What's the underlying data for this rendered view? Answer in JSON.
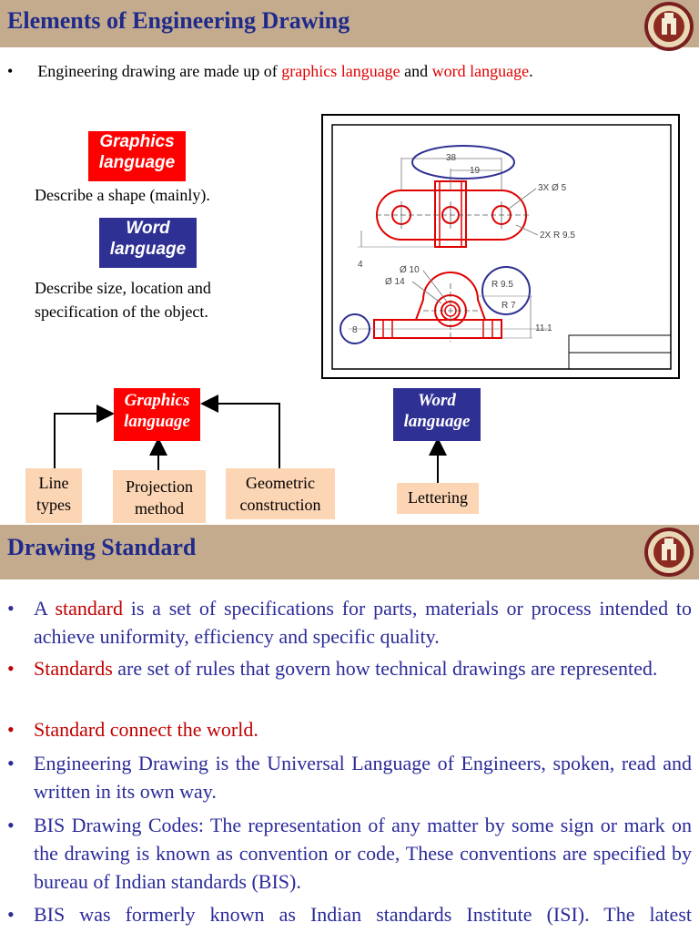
{
  "slide1": {
    "title": "Elements of Engineering Drawing",
    "intro": {
      "prefix": "Engineering drawing are made up of ",
      "graphics": "graphics  language",
      "and": " and  ",
      "word": "word  language",
      "suffix": "."
    },
    "graphics_label_line1": "Graphics",
    "graphics_label_line2": "language",
    "graphics_desc": "Describe a shape (mainly).",
    "word_label_line1": "Word",
    "word_label_line2": "language",
    "word_desc_line1": "Describe size, location and",
    "word_desc_line2": "specification of the object.",
    "drawing": {
      "dim_38": "38",
      "dim_19": "19",
      "note_holes": "3X Ø 5",
      "note_radius": "2X R 9.5",
      "dim_4": "4",
      "dim_phi10": "Ø 10",
      "dim_phi14": "Ø 14",
      "dim_r95": "R 9.5",
      "dim_r7": "R 7",
      "dim_8": "8",
      "dim_111": "11.1"
    },
    "diagram": {
      "graphics_line1": "Graphics",
      "graphics_line2": "language",
      "word_line1": "Word",
      "word_line2": "language",
      "line_types_1": "Line",
      "line_types_2": "types",
      "projection_1": "Projection",
      "projection_2": "method",
      "geometric_1": "Geometric",
      "geometric_2": "construction",
      "lettering": "Lettering"
    }
  },
  "slide2": {
    "title": "Drawing  Standard",
    "bullets": [
      {
        "pre": "A ",
        "highlight": "standard",
        "post": " is a set of specifications for parts, materials or process intended to achieve uniformity, efficiency and specific quality."
      },
      {
        "pre": "",
        "highlight": "Standards",
        "post": " are set of rules that govern how technical drawings are represented."
      },
      {
        "pre": "",
        "highlight": "Standard connect the world.",
        "post": ""
      },
      {
        "pre": "Engineering Drawing is the Universal Language of Engineers, spoken, read and written in its own way.",
        "highlight": "",
        "post": ""
      },
      {
        "pre": "BIS Drawing Codes: The representation of any matter by some sign or mark on the drawing is known as convention or code, These conventions are specified by bureau of Indian standards (BIS).",
        "highlight": "",
        "post": ""
      },
      {
        "pre": "BIS was formerly known as Indian standards Institute (ISI). The latest",
        "highlight": "",
        "post": ""
      }
    ]
  },
  "colors": {
    "header_bg": "#c4ab8e",
    "title_blue": "#1f2a8a",
    "accent_red": "#ff0000",
    "word_blue": "#2f3093",
    "peach": "#fcd5b4",
    "bullet_blue": "#2b2b9a"
  }
}
